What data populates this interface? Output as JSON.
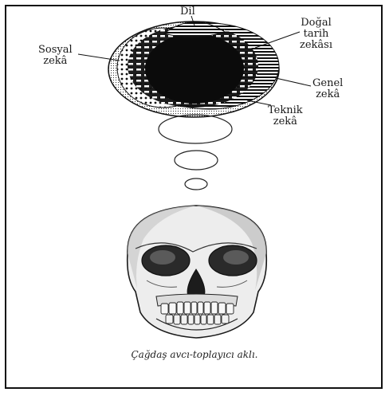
{
  "labels": {
    "dil": "Dil",
    "dogal_tarih": [
      "Doğal",
      "tarih",
      "zekâsı"
    ],
    "sosyal": [
      "Sosyal",
      "zekâ"
    ],
    "genel": [
      "Genel",
      "zekâ"
    ],
    "teknik": [
      "Teknik",
      "zekâ"
    ]
  },
  "caption": "Çağdaş avcı-toplayıcı aklı."
}
